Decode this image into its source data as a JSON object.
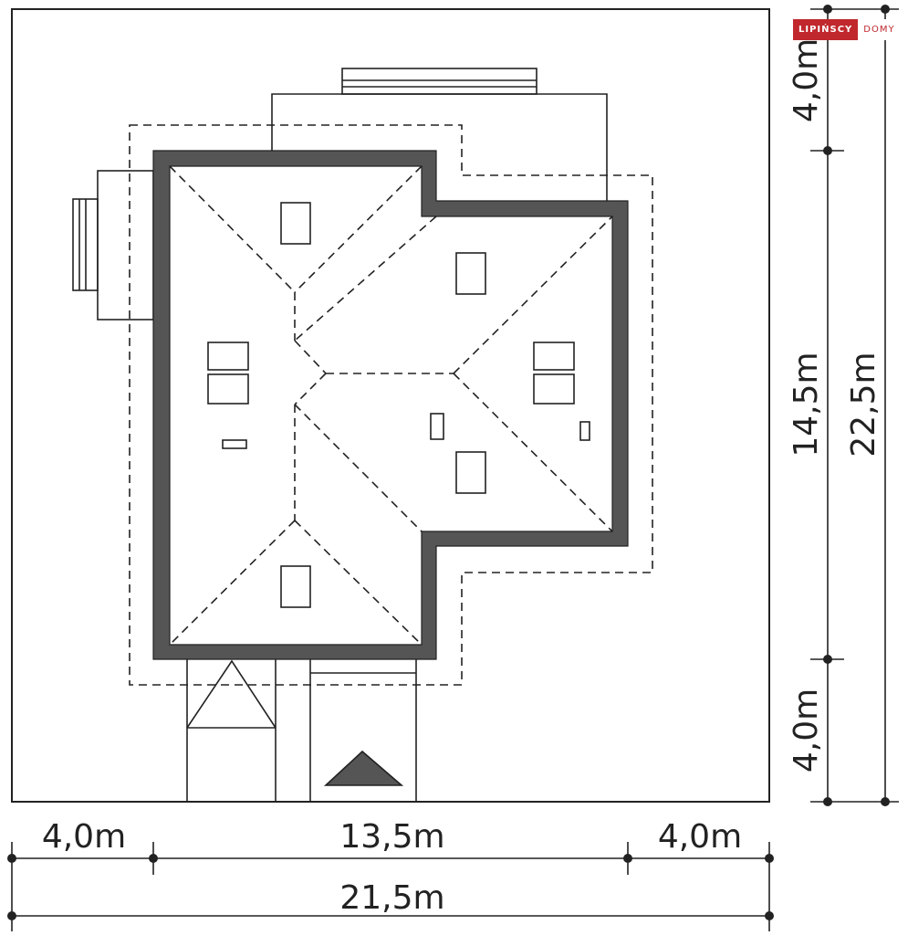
{
  "logo": {
    "brand": "LIPIŃSCY",
    "suffix": "DOMY",
    "color": "#c0282d"
  },
  "dimensions": {
    "bottom": {
      "left": "4,0m",
      "middle": "13,5m",
      "right": "4,0m",
      "total": "21,5m"
    },
    "right": {
      "top": "4,0m",
      "middle": "14,5m",
      "bottom": "4,0m",
      "total": "22,5m"
    }
  },
  "colors": {
    "wall": "#555555",
    "line": "#222222"
  }
}
